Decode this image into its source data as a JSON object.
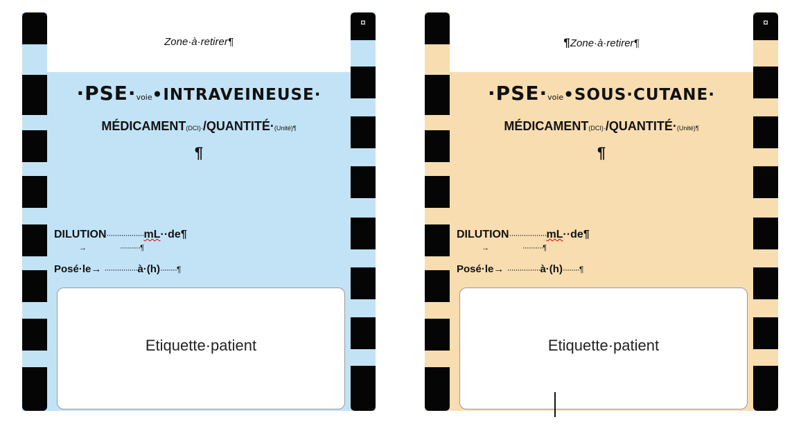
{
  "colors": {
    "blue_fill": "#C2E3F5",
    "peach_fill": "#F8DDB0",
    "strip_black": "#050505",
    "box_border": "#9A9A9A"
  },
  "labels": [
    {
      "zone": "Zone·à·retirer¶",
      "leading_pilcrow": "",
      "title_prefix": "·PSE·",
      "title_voie": "voie",
      "title_route": "•INTRAVEINEUSE·",
      "subtitle_main": "MÉDICAMENT",
      "subtitle_dci": "(DCI)·",
      "subtitle_qty": "/QUANTITÉ·",
      "subtitle_unit": "(Unité)¶",
      "center_pilcrow": "¶",
      "dilution_label": "DILUTION",
      "dilution_dots": "··················",
      "dilution_ml": "mL",
      "dilution_de": "··de¶",
      "arrow": "→",
      "arrow_dots": "···········¶",
      "pose_label": "Posé·le→",
      "pose_dots": "················",
      "pose_a": "à·(h)",
      "pose_end": "········¶",
      "patient": "Etiquette·patient",
      "corner": "¤"
    },
    {
      "zone": "Zone·à·retirer¶",
      "leading_pilcrow": "¶",
      "title_prefix": "·PSE·",
      "title_voie": "voie",
      "title_route": "•SOUS·CUTANE·",
      "subtitle_main": "MÉDICAMENT",
      "subtitle_dci": "(DCI)·",
      "subtitle_qty": "/QUANTITÉ·",
      "subtitle_unit": "(Unité)¶",
      "center_pilcrow": "¶",
      "dilution_label": "DILUTION",
      "dilution_dots": "··················",
      "dilution_ml": "mL",
      "dilution_de": "··de¶",
      "arrow": "→",
      "arrow_dots": "···········¶",
      "pose_label": "Posé·le→",
      "pose_dots": "················",
      "pose_a": "à·(h)",
      "pose_end": "········¶",
      "patient": "Etiquette·patient",
      "corner": "¤"
    }
  ]
}
